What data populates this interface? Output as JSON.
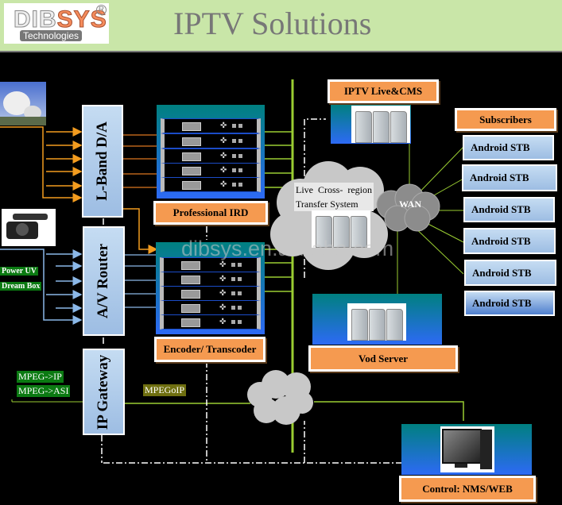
{
  "header": {
    "logo": {
      "main_dib": "DIB",
      "main_sys": "SYS",
      "sub": "Technologies",
      "registered": "R"
    },
    "title": "IPTV Solutions"
  },
  "sources": {
    "satellite": {
      "icon": "satellite-dish-icon"
    },
    "camera": {
      "icon": "video-camera-icon"
    },
    "labels": [
      "Power UV",
      "Dream Box"
    ],
    "ip_labels": [
      "MPEG->IP",
      "MPEG->ASI"
    ]
  },
  "devices": {
    "lband": "L-Band D/A",
    "router": "A/V Router",
    "gateway": "IP Gateway",
    "ird": "Professional IRD",
    "encoder": "Encoder/ Transcoder",
    "live_cms": "IPTV Live&CMS",
    "cross_region": [
      "Live  Cross-  region",
      "Transfer System"
    ],
    "wan": "WAN",
    "vod": "Vod Server",
    "control": "Control: NMS/WEB",
    "mpegoip": "MPEGoIP"
  },
  "subscribers": {
    "title": "Subscribers",
    "items": [
      "Android STB",
      "Android STB",
      "Android STB",
      "Android STB",
      "Android STB",
      "Android STB"
    ]
  },
  "watermark": "dibsys.en.alibaba.com",
  "colors": {
    "header_bg": "#c9e6a8",
    "accent_orange": "#f59a50",
    "backbone_green": "#9acd32",
    "box_blue": "#c5dcf2",
    "arrow_orange": "#f39c1f",
    "arrow_blue": "#8bb8e8"
  }
}
